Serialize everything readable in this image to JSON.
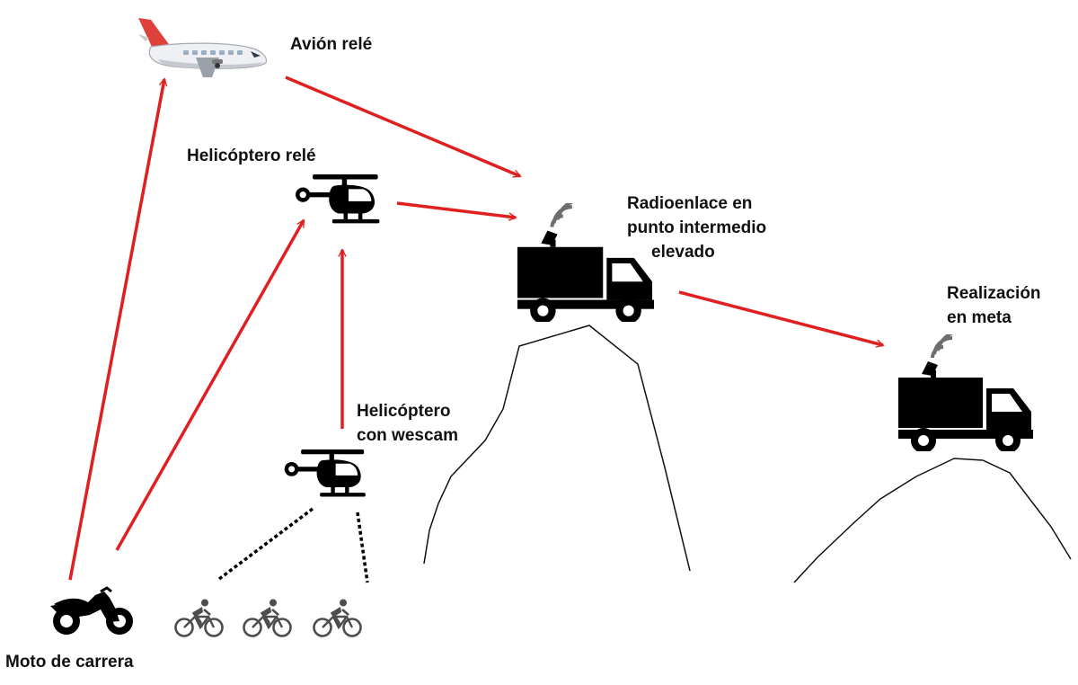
{
  "colors": {
    "link_arrow": "#e02020",
    "terrain_line": "#111111",
    "icon_fill": "#000000",
    "wave_gray": "#6e6e6e",
    "plane_tail": "#e0403a"
  },
  "nodes": {
    "plane": {
      "label": "Avión relé",
      "icon": "airplane-icon"
    },
    "relay_helicopter": {
      "label": "Helicóptero relé",
      "icon": "helicopter-icon"
    },
    "wescam_helicopter": {
      "label_line1": "Helicóptero",
      "label_line2": "con wescam",
      "icon": "helicopter-icon"
    },
    "relay_truck": {
      "label_line1": "Radioenlace en",
      "label_line2": "punto intermedio",
      "label_line3": "elevado",
      "icon": "broadcast-truck-icon"
    },
    "finish_truck": {
      "label_line1": "Realización",
      "label_line2": "en meta",
      "icon": "broadcast-truck-icon"
    },
    "motorbike": {
      "label": "Moto de carrera",
      "icon": "motorcycle-icon"
    },
    "cyclists": {
      "count": 3,
      "icon": "cyclist-icon"
    }
  }
}
